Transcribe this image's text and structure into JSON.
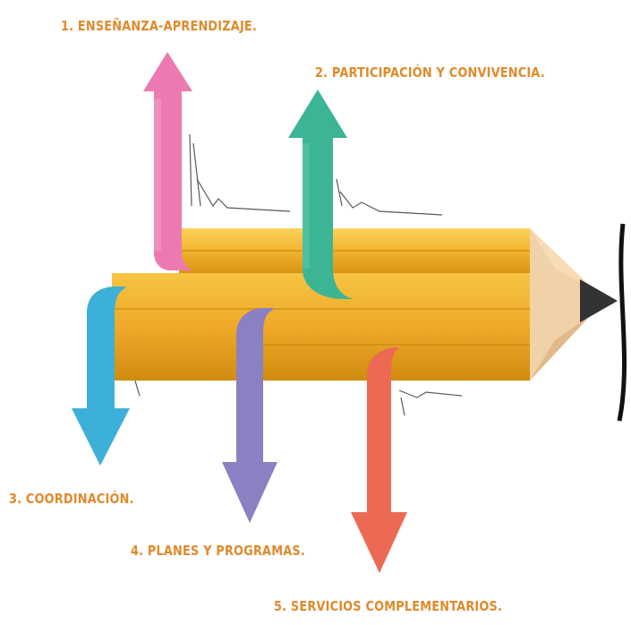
{
  "labels": {
    "item1": "1.  ENSEÑANZA-APRENDIZAJE.",
    "item2": "2. PARTICIPACIÓN Y CONVIVENCIA.",
    "item3": "3. COORDINACIÓN.",
    "item4": "4. PLANES Y PROGRAMAS.",
    "item5": "5. SERVICIOS COMPLEMENTARIOS."
  },
  "colors": {
    "label_text": "#e08a2c",
    "pencil_body": "#f4b732",
    "pencil_highlight": "#fcd35e",
    "pencil_shadow": "#d89412",
    "pencil_wood": "#f1d2a8",
    "pencil_lead": "#333333",
    "arrow1": "#ec7ab0",
    "arrow2": "#3cb496",
    "arrow3": "#3cb0d8",
    "arrow4": "#8a80c2",
    "arrow5": "#ec6a54"
  }
}
